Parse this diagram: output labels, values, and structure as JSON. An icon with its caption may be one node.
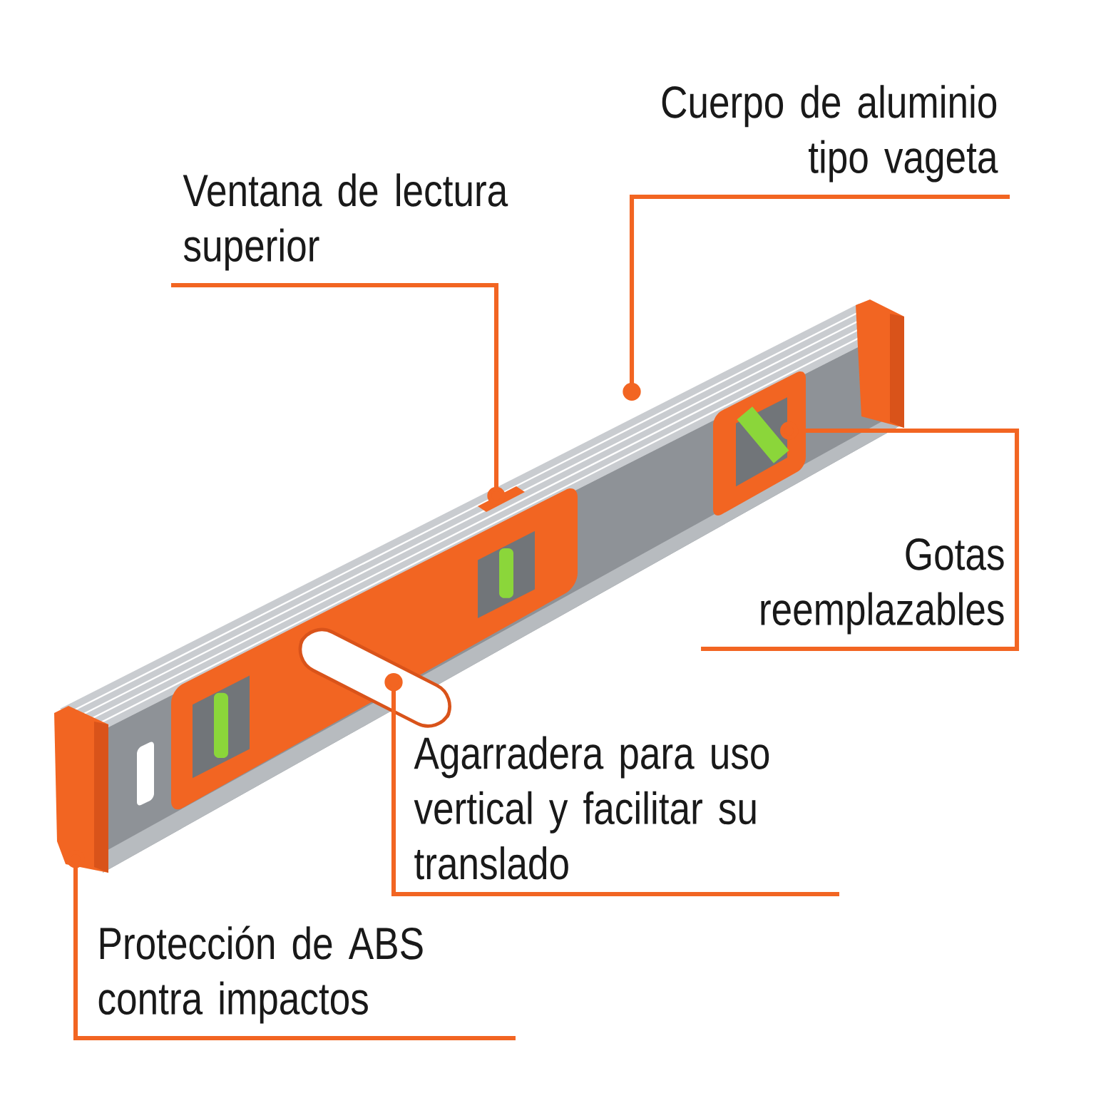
{
  "diagram": {
    "nodes": [
      {
        "text": [
          "Cuerpo de aluminio tipo vageta"
        ]
      },
      {
        "text": [
          "Ventana de lectura superior"
        ]
      },
      {
        "text": [
          "Gotas reemplazables"
        ]
      },
      {
        "text": [
          "Agarradera para uso vertical y facilitar su translado"
        ]
      },
      {
        "text": [
          "Protección de ABS contra impactos"
        ]
      }
    ],
    "edges": [
      {
        "from": 0,
        "to": null,
        "arrow": "other"
      },
      {
        "from": 1,
        "to": null,
        "arrow": "other"
      },
      {
        "from": 2,
        "to": null,
        "arrow": "other"
      },
      {
        "from": 3,
        "to": null,
        "arrow": "other"
      },
      {
        "from": 4,
        "to": null,
        "arrow": "other"
      }
    ]
  }
}
